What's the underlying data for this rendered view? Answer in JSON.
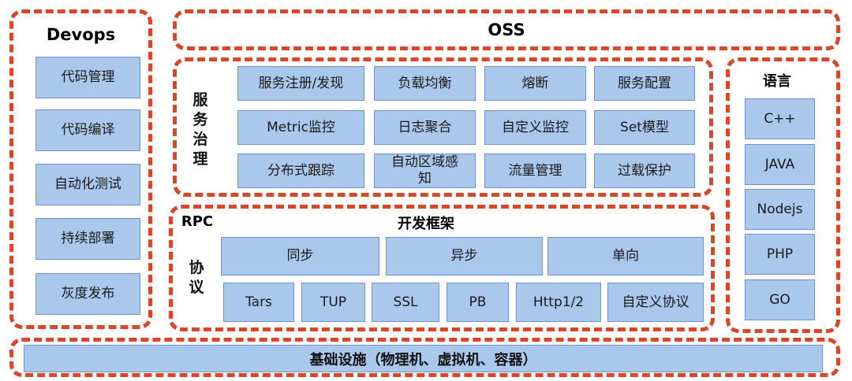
{
  "devops": {
    "title": "Devops",
    "items": [
      "代码管理",
      "代码编译",
      "自动化测试",
      "持续部署",
      "灰度发布"
    ]
  },
  "oss": {
    "title": "OSS"
  },
  "service_governance": {
    "title": "服务治理",
    "rows": [
      [
        "服务注册/发现",
        "负载均衡",
        "熔断",
        "服务配置"
      ],
      [
        "Metric监控",
        "日志聚合",
        "自定义监控",
        "Set模型"
      ],
      [
        "分布式跟踪",
        "自动区域感知",
        "流量管理",
        "过载保护"
      ]
    ]
  },
  "rpc": {
    "label": "RPC",
    "framework_title": "开发框架",
    "protocol_title": "协议",
    "modes": [
      "同步",
      "异步",
      "单向"
    ],
    "protocols": [
      "Tars",
      "TUP",
      "SSL",
      "PB",
      "Http1/2",
      "自定义协议"
    ]
  },
  "language": {
    "title": "语言",
    "items": [
      "C++",
      "JAVA",
      "Nodejs",
      "PHP",
      "GO"
    ]
  },
  "infrastructure": {
    "label": "基础设施（物理机、虚拟机、容器）"
  },
  "colors": {
    "border": "#d9472b",
    "box_fill": "#a9c8ec",
    "box_border": "#6f93c4"
  }
}
